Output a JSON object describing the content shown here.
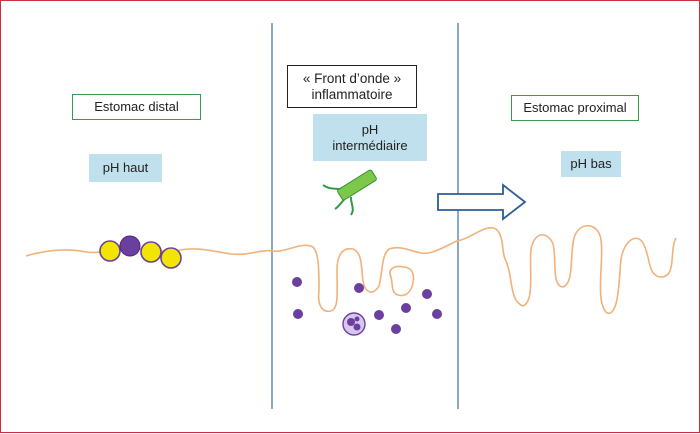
{
  "labels": {
    "distal": "Estomac distal",
    "front_line1": "« Front d’onde »",
    "front_line2": "inflammatoire",
    "proximal": "Estomac proximal"
  },
  "ph": {
    "high": "pH haut",
    "mid_line1": "pH",
    "mid_line2": "intermédiaire",
    "low": "pH bas"
  },
  "colors": {
    "frame": "#c8323c",
    "divider": "#3a6fa5",
    "mucosa": "#f0b27a",
    "green_border": "#3a9a4a",
    "ph_box": "#bfe0ec",
    "bacteria_rod": "#7cc84a",
    "flagella": "#2e9a4a",
    "cell_purple": "#6b3fa0",
    "cell_yellow": "#f2e600",
    "arrow": "#2c5d94"
  },
  "icons": [
    "bacterium-icon",
    "arrow-right-icon",
    "inflammatory-cell-icon",
    "neutrophil-icon"
  ]
}
